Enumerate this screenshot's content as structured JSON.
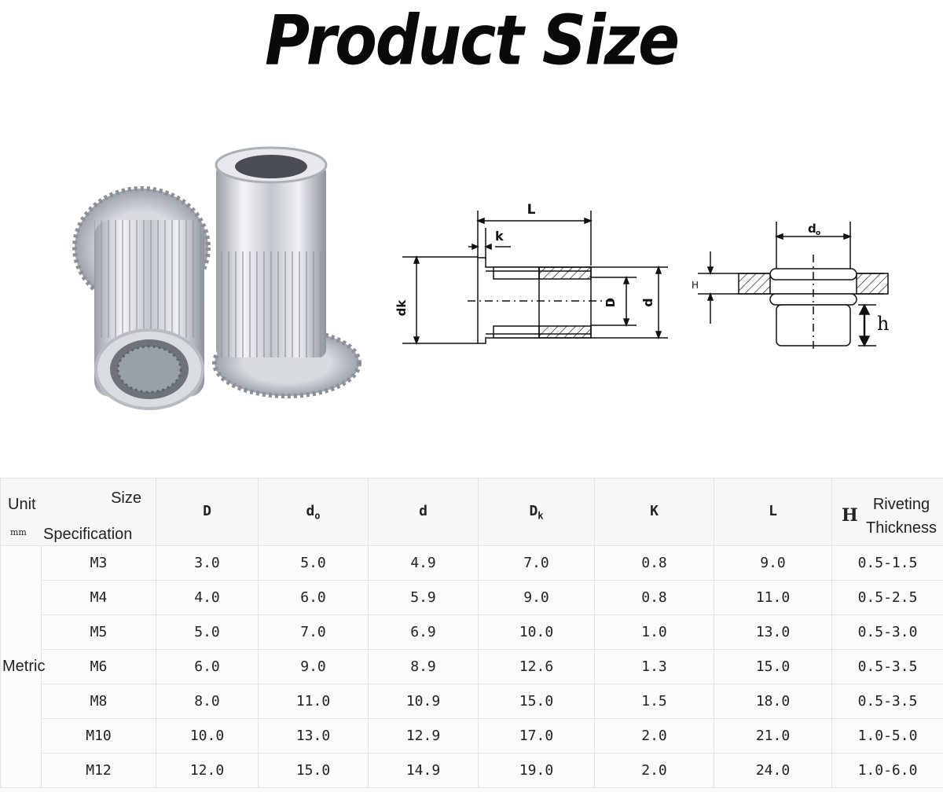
{
  "title": "Product Size",
  "diagram": {
    "side_labels": {
      "L": "L",
      "k": "k",
      "dk": "dk",
      "D": "D",
      "d": "d"
    },
    "sheet_labels": {
      "d0": "d",
      "d0_sub": "o",
      "H": "H",
      "h": "h"
    }
  },
  "table": {
    "corner": {
      "unit": "Unit",
      "mm": "mm",
      "size": "Size",
      "spec": "Specification"
    },
    "headers": [
      {
        "sym": "D",
        "sub": ""
      },
      {
        "sym": "d",
        "sub": "o"
      },
      {
        "sym": "d",
        "sub": ""
      },
      {
        "sym": "D",
        "sub": "k"
      },
      {
        "sym": "K",
        "sub": ""
      },
      {
        "sym": "L",
        "sub": ""
      }
    ],
    "riveting": {
      "sym": "H",
      "label": "Riveting Thickness"
    },
    "unit_group": "Metric",
    "rows": [
      {
        "size": "M3",
        "values": [
          "3.0",
          "5.0",
          "4.9",
          "7.0",
          "0.8",
          "9.0",
          "0.5-1.5"
        ]
      },
      {
        "size": "M4",
        "values": [
          "4.0",
          "6.0",
          "5.9",
          "9.0",
          "0.8",
          "11.0",
          "0.5-2.5"
        ]
      },
      {
        "size": "M5",
        "values": [
          "5.0",
          "7.0",
          "6.9",
          "10.0",
          "1.0",
          "13.0",
          "0.5-3.0"
        ]
      },
      {
        "size": "M6",
        "values": [
          "6.0",
          "9.0",
          "8.9",
          "12.6",
          "1.3",
          "15.0",
          "0.5-3.5"
        ]
      },
      {
        "size": "M8",
        "values": [
          "8.0",
          "11.0",
          "10.9",
          "15.0",
          "1.5",
          "18.0",
          "0.5-3.5"
        ]
      },
      {
        "size": "M10",
        "values": [
          "10.0",
          "13.0",
          "12.9",
          "17.0",
          "2.0",
          "21.0",
          "1.0-5.0"
        ]
      },
      {
        "size": "M12",
        "values": [
          "12.0",
          "15.0",
          "14.9",
          "19.0",
          "2.0",
          "24.0",
          "1.0-6.0"
        ]
      }
    ]
  }
}
